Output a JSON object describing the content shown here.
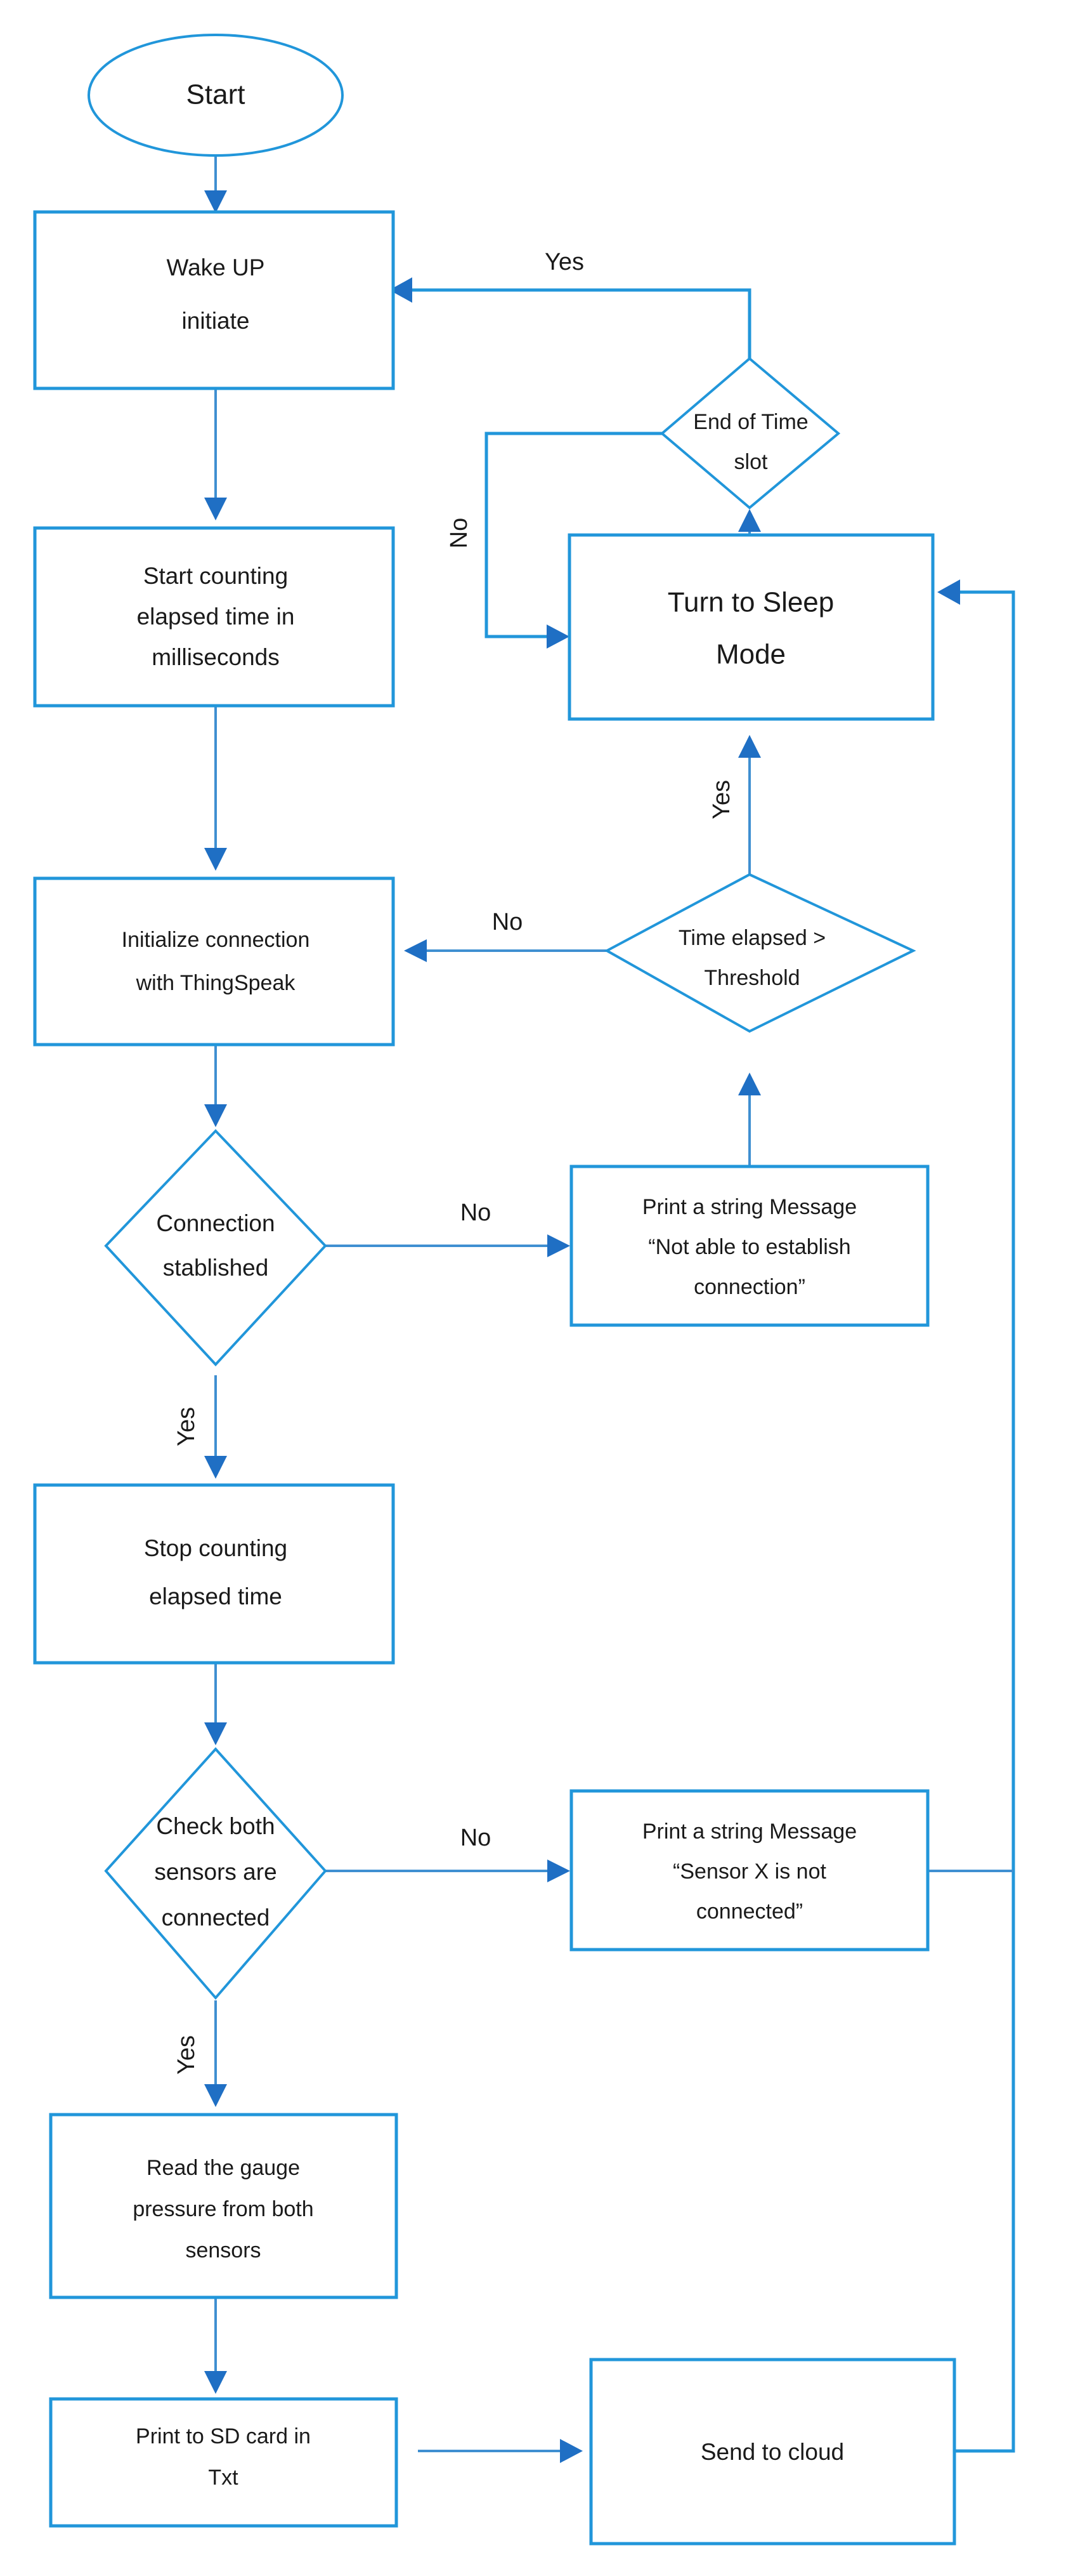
{
  "diagram": {
    "type": "flowchart",
    "title": "Sensor data logging and cloud upload flowchart",
    "colors": {
      "node_stroke": "#2196da",
      "edge_stroke": "#3f8fd1",
      "arrow_fill": "#1f6fc4",
      "node_fill": "#ffffff",
      "text": "#1a1a1a",
      "background": "#ffffff"
    },
    "nodes": [
      {
        "id": "start",
        "shape": "ellipse",
        "lines": [
          "Start"
        ]
      },
      {
        "id": "wake",
        "shape": "rectangle",
        "lines": [
          "Wake UP",
          "initiate"
        ]
      },
      {
        "id": "start_count",
        "shape": "rectangle",
        "lines": [
          "Start counting",
          "elapsed time in",
          "milliseconds"
        ]
      },
      {
        "id": "init_conn",
        "shape": "rectangle",
        "lines": [
          "Initialize connection",
          "with ThingSpeak"
        ]
      },
      {
        "id": "conn_est",
        "shape": "diamond",
        "lines": [
          "Connection",
          "stablished"
        ]
      },
      {
        "id": "stop_count",
        "shape": "rectangle",
        "lines": [
          "Stop counting",
          "elapsed time"
        ]
      },
      {
        "id": "check_sensors",
        "shape": "diamond",
        "lines": [
          "Check both",
          "sensors are",
          "connected"
        ]
      },
      {
        "id": "read_gauge",
        "shape": "rectangle",
        "lines": [
          "Read the gauge",
          "pressure from both",
          "sensors"
        ]
      },
      {
        "id": "print_sd",
        "shape": "rectangle",
        "lines": [
          "Print to SD card in",
          "Txt"
        ]
      },
      {
        "id": "send_cloud",
        "shape": "rectangle",
        "lines": [
          "Send to cloud"
        ]
      },
      {
        "id": "end_time_slot",
        "shape": "diamond",
        "lines": [
          "End of Time",
          "slot"
        ]
      },
      {
        "id": "sleep_mode",
        "shape": "rectangle",
        "lines": [
          "Turn to Sleep",
          "Mode"
        ]
      },
      {
        "id": "time_thresh",
        "shape": "diamond",
        "lines": [
          "Time elapsed >",
          "Threshold"
        ]
      },
      {
        "id": "msg_no_conn",
        "shape": "rectangle",
        "lines": [
          "Print a string Message",
          "“Not able to establish",
          "connection”"
        ]
      },
      {
        "id": "msg_no_sensor",
        "shape": "rectangle",
        "lines": [
          "Print a string Message",
          "“Sensor X is not",
          "connected”"
        ]
      }
    ],
    "edges": [
      {
        "from": "start",
        "to": "wake",
        "label": ""
      },
      {
        "from": "wake",
        "to": "start_count",
        "label": ""
      },
      {
        "from": "start_count",
        "to": "init_conn",
        "label": ""
      },
      {
        "from": "init_conn",
        "to": "conn_est",
        "label": ""
      },
      {
        "from": "conn_est",
        "to": "msg_no_conn",
        "label": "No"
      },
      {
        "from": "conn_est",
        "to": "stop_count",
        "label": "Yes"
      },
      {
        "from": "msg_no_conn",
        "to": "time_thresh",
        "label": ""
      },
      {
        "from": "time_thresh",
        "to": "init_conn",
        "label": "No"
      },
      {
        "from": "time_thresh",
        "to": "sleep_mode",
        "label": "Yes"
      },
      {
        "from": "sleep_mode",
        "to": "end_time_slot",
        "label": ""
      },
      {
        "from": "end_time_slot",
        "to": "wake",
        "label": "Yes"
      },
      {
        "from": "end_time_slot",
        "to": "sleep_mode",
        "label": "No"
      },
      {
        "from": "stop_count",
        "to": "check_sensors",
        "label": ""
      },
      {
        "from": "check_sensors",
        "to": "msg_no_sensor",
        "label": "No"
      },
      {
        "from": "check_sensors",
        "to": "read_gauge",
        "label": "Yes"
      },
      {
        "from": "read_gauge",
        "to": "print_sd",
        "label": ""
      },
      {
        "from": "print_sd",
        "to": "send_cloud",
        "label": ""
      },
      {
        "from": "send_cloud",
        "to": "sleep_mode",
        "label": ""
      },
      {
        "from": "msg_no_sensor",
        "to": "sleep_mode",
        "label": ""
      }
    ],
    "edge_labels": [
      {
        "id": "yes_endslot_wake",
        "text": "Yes",
        "orientation": "horizontal"
      },
      {
        "id": "no_endslot_sleep",
        "text": "No",
        "orientation": "vertical"
      },
      {
        "id": "yes_thresh_sleep",
        "text": "Yes",
        "orientation": "vertical"
      },
      {
        "id": "no_thresh_init",
        "text": "No",
        "orientation": "horizontal"
      },
      {
        "id": "no_conn_msg",
        "text": "No",
        "orientation": "horizontal"
      },
      {
        "id": "yes_conn_stop",
        "text": "Yes",
        "orientation": "vertical"
      },
      {
        "id": "no_sensors_msg",
        "text": "No",
        "orientation": "horizontal"
      },
      {
        "id": "yes_sensors_read",
        "text": "Yes",
        "orientation": "vertical"
      }
    ],
    "node_text": {
      "start": "Start",
      "wake_l1": "Wake UP",
      "wake_l2": "initiate",
      "count_l1": "Start counting",
      "count_l2": "elapsed time in",
      "count_l3": "milliseconds",
      "init_l1": "Initialize connection",
      "init_l2": "with ThingSpeak",
      "conn_l1": "Connection",
      "conn_l2": "stablished",
      "stop_l1": "Stop counting",
      "stop_l2": "elapsed time",
      "chk_l1": "Check both",
      "chk_l2": "sensors are",
      "chk_l3": "connected",
      "read_l1": "Read the gauge",
      "read_l2": "pressure from both",
      "read_l3": "sensors",
      "sd_l1": "Print to SD card in",
      "sd_l2": "Txt",
      "cloud_l1": "Send to cloud",
      "slot_l1": "End of Time",
      "slot_l2": "slot",
      "sleep_l1": "Turn to Sleep",
      "sleep_l2": "Mode",
      "thresh_l1": "Time elapsed >",
      "thresh_l2": "Threshold",
      "msgconn_l1": "Print a string Message",
      "msgconn_l2": "“Not able to establish",
      "msgconn_l3": "connection”",
      "msgsens_l1": "Print a string Message",
      "msgsens_l2": "“Sensor X is not",
      "msgsens_l3": "connected”"
    }
  }
}
